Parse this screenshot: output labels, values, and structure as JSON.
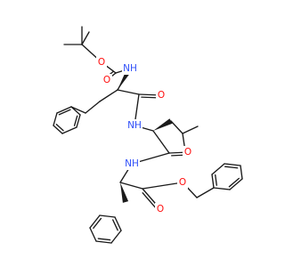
{
  "molecule": {
    "atoms": [
      {
        "id": "o_boc_ether",
        "label": "O",
        "color": "#ff0d0d"
      },
      {
        "id": "o_boc_carbonyl",
        "label": "O",
        "color": "#ff0d0d"
      },
      {
        "id": "n_boc",
        "label": "NH",
        "color": "#3050f8"
      },
      {
        "id": "o_amide1",
        "label": "O",
        "color": "#ff0d0d"
      },
      {
        "id": "n_amide1",
        "label": "NH",
        "color": "#3050f8"
      },
      {
        "id": "o_amide2",
        "label": "O",
        "color": "#ff0d0d"
      },
      {
        "id": "n_amide2",
        "label": "NH",
        "color": "#3050f8"
      },
      {
        "id": "o_ester_carbonyl",
        "label": "O",
        "color": "#ff0d0d"
      },
      {
        "id": "o_ester",
        "label": "O",
        "color": "#ff0d0d"
      }
    ],
    "bond_color": "#1a1a1a"
  }
}
